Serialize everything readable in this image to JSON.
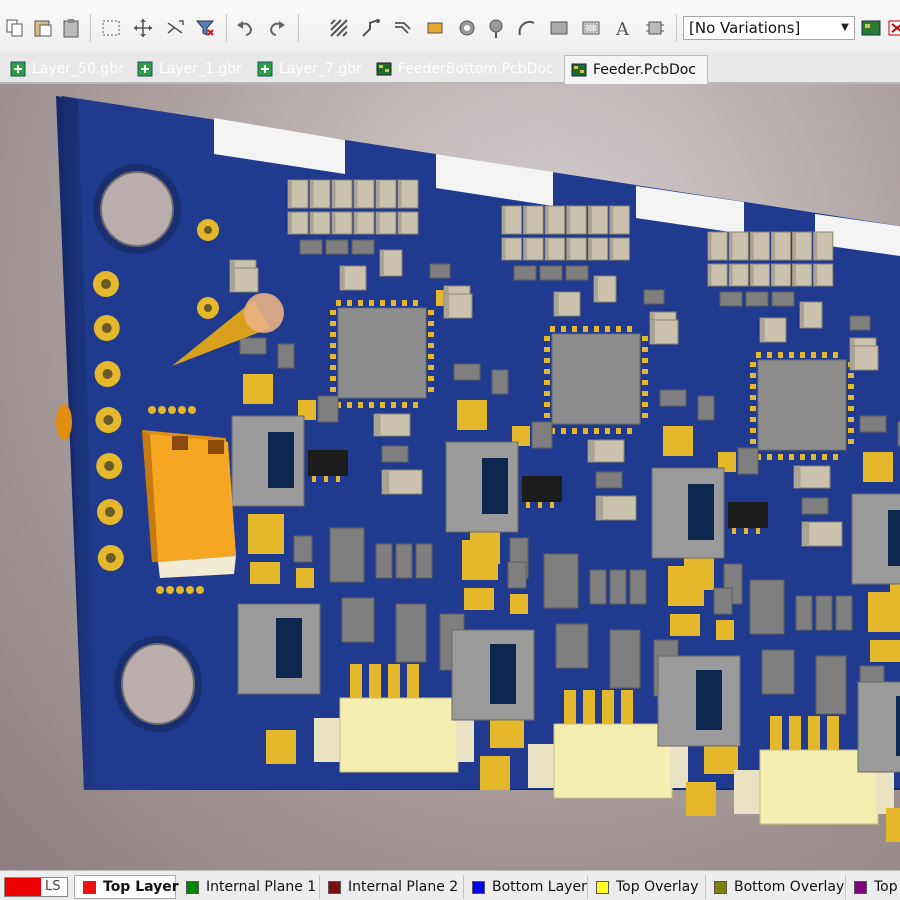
{
  "toolbar": {
    "variations_value": "[No Variations]",
    "icons": [
      "copy-icon",
      "paste-icon",
      "clipboard-icon",
      "select-rect-icon",
      "move-icon",
      "cross-select-icon",
      "filter-icon",
      "undo-icon",
      "redo-icon",
      "hatch-icon",
      "interactive-route-icon",
      "differential-route-icon",
      "pad-icon",
      "via-icon",
      "arc-icon",
      "fill-icon",
      "string-icon",
      "component-icon",
      "board-icon",
      "exit-icon"
    ]
  },
  "tabs": [
    {
      "label": "Layer_50.gbr",
      "type": "gerber",
      "active": false
    },
    {
      "label": "Layer_1.gbr",
      "type": "gerber",
      "active": false
    },
    {
      "label": "Layer_7.gbr",
      "type": "gerber",
      "active": false
    },
    {
      "label": "FeederBottom.PcbDoc",
      "type": "pcb",
      "active": false
    },
    {
      "label": "Feeder.PcbDoc",
      "type": "pcb",
      "active": true
    }
  ],
  "layer_set": {
    "label": "LS",
    "color": "#ee0000"
  },
  "layers": [
    {
      "label": "Top Layer",
      "color": "#ee1111",
      "active": true
    },
    {
      "label": "Internal Plane 1",
      "color": "#008800",
      "active": false
    },
    {
      "label": "Internal Plane 2",
      "color": "#7a1010",
      "active": false
    },
    {
      "label": "Bottom Layer",
      "color": "#0000ee",
      "active": false
    },
    {
      "label": "Top Overlay",
      "color": "#ffff22",
      "active": false
    },
    {
      "label": "Bottom Overlay",
      "color": "#808000",
      "active": false
    },
    {
      "label": "Top",
      "color": "#800080",
      "active": false
    }
  ],
  "colors": {
    "board": "#1f3a8f",
    "pad": "#e5b72a",
    "ic": "#8d8d8d",
    "connector": "#f6eeb0",
    "selected_component": "#f0a21c"
  }
}
